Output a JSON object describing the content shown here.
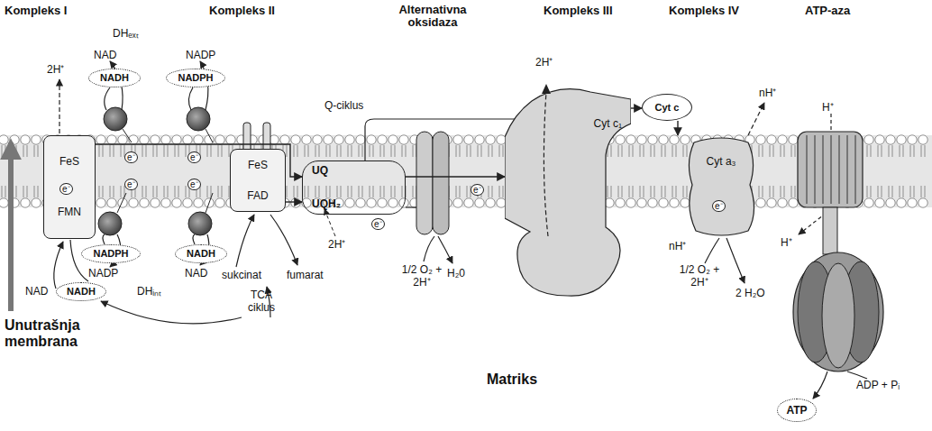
{
  "diagram": {
    "nodes": [
      {
        "text": [
          "FeS",
          "FMN"
        ]
      },
      {
        "text": [
          "NADH"
        ]
      },
      {
        "text": [
          "NADPH"
        ]
      },
      {
        "text": [
          "NADPH"
        ]
      },
      {
        "text": [
          "NADH"
        ]
      },
      {
        "text": [
          "NADH"
        ]
      },
      {
        "text": [
          "FeS",
          "FAD"
        ]
      },
      {
        "text": [
          "UQ",
          "UQH₂"
        ]
      },
      {
        "text": [
          "Cyt c₁"
        ]
      },
      {
        "text": [
          "Cyt c"
        ]
      },
      {
        "text": [
          "Cyt a₃"
        ]
      },
      {
        "text": [
          "ATP"
        ]
      }
    ],
    "edges": [
      {
        "from": 0,
        "to": 7,
        "arrow": "to"
      },
      {
        "from": 6,
        "to": 7,
        "arrow": "to"
      },
      {
        "from": 7,
        "to": 8,
        "arrow": "to"
      },
      {
        "from": 8,
        "to": 9,
        "arrow": "to"
      },
      {
        "from": 9,
        "to": 10,
        "arrow": "to"
      }
    ],
    "labels": [
      "Kompleks I",
      "DHₑₓₜ",
      "Kompleks II",
      "Alternativna oksidaza",
      "Kompleks III",
      "Kompleks IV",
      "ATP-aza",
      "NAD",
      "NADP",
      "2H⁺",
      "Q-ciklus",
      "2H⁺",
      "nH⁺",
      "H⁺",
      "e⁻",
      "e⁻",
      "e⁻",
      "e⁻",
      "e⁻",
      "e⁻",
      "e⁻",
      "e⁻",
      "2H⁺",
      "1/2 O₂ + 2H⁺",
      "H₂0",
      "nH⁺",
      "1/2 O₂ + 2H⁺",
      "2 H₂O",
      "H⁺",
      "ADP + Pᵢ",
      "NAD",
      "NADP",
      "NAD",
      "DHᵢₙₜ",
      "sukcinat",
      "fumarat",
      "TCA ciklus",
      "Unutrašnja membrana",
      "Matriks"
    ]
  }
}
